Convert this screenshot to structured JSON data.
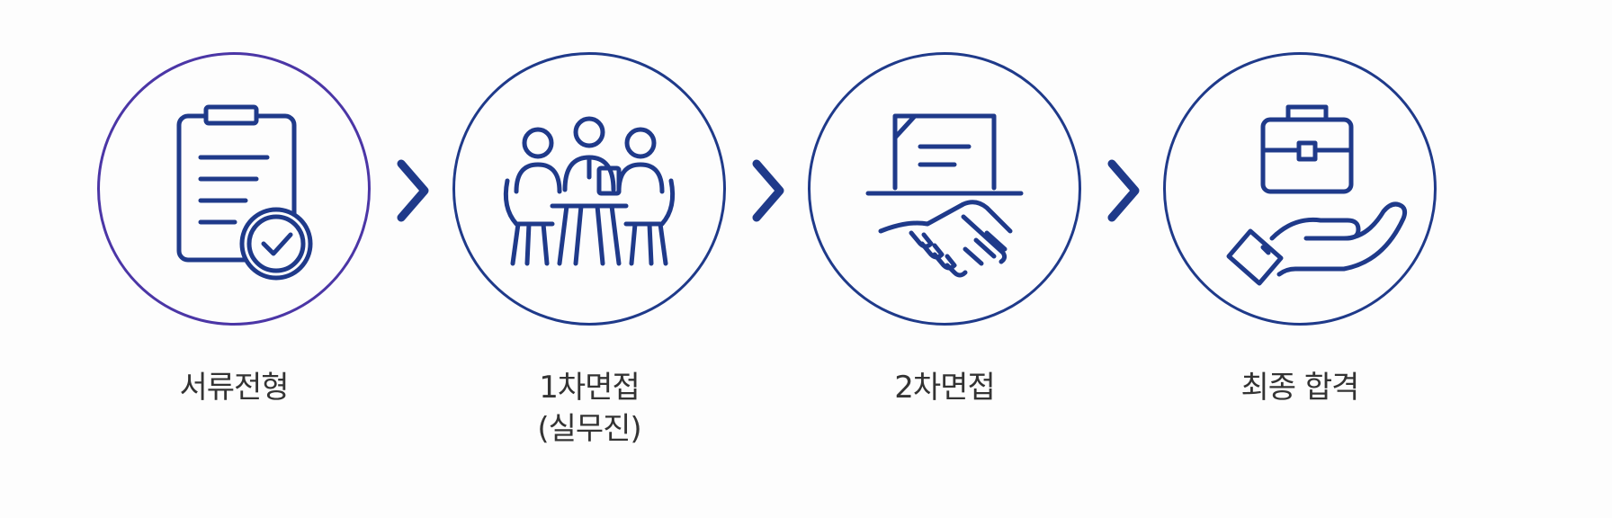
{
  "steps": [
    {
      "icon": "clipboard-check-icon",
      "label": "서류전형",
      "sub": ""
    },
    {
      "icon": "meeting-icon",
      "label": "1차면접",
      "sub": "(실무진)"
    },
    {
      "icon": "handshake-icon",
      "label": "2차면접",
      "sub": ""
    },
    {
      "icon": "hand-briefcase-icon",
      "label": "최종 합격",
      "sub": ""
    }
  ],
  "arrow_icon": "chevron-right-icon",
  "colors": {
    "primary": "#1f3a8a",
    "first_ring": "#4b36a6",
    "text": "#333333"
  }
}
